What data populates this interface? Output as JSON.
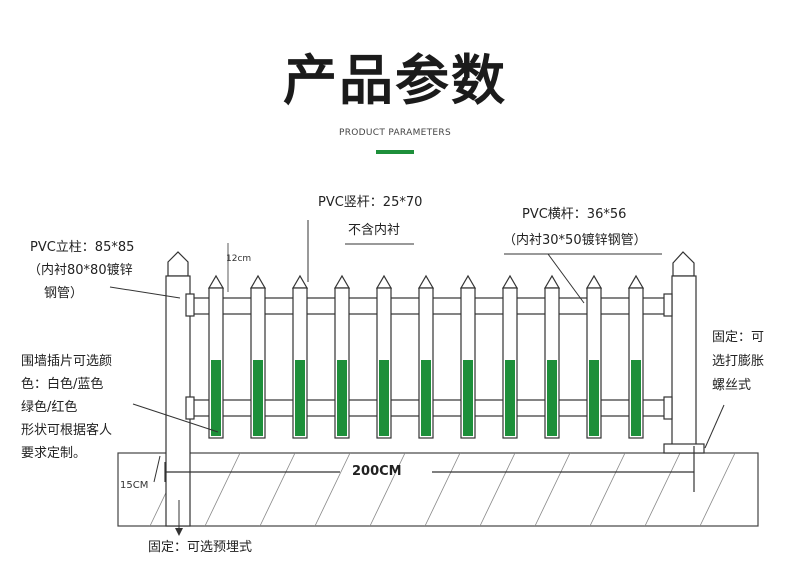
{
  "header": {
    "title": "产品参数",
    "subtitle": "PRODUCT PARAMETERS",
    "accent_color": "#1d8f3a"
  },
  "labels": {
    "post_spec_1": "PVC立柱：85*85",
    "post_spec_2": "（内衬80*80镀锌",
    "post_spec_3": "钢管）",
    "picket_spec_1": "PVC竖杆：25*70",
    "picket_spec_2": "不含内衬",
    "rail_spec_1": "PVC横杆：36*56",
    "rail_spec_2": "（内衬30*50镀锌钢管）",
    "insert_1": "围墙插片可选颜",
    "insert_2": "色：白色/蓝色",
    "insert_3": "绿色/红色",
    "insert_4": "形状可根据客人",
    "insert_5": "要求定制。",
    "fix_right_1": "固定：可",
    "fix_right_2": "选打膨胀",
    "fix_right_3": "螺丝式",
    "fix_bottom": "固定：可选预埋式",
    "dim_top": "12cm",
    "dim_span": "200CM",
    "dim_depth": "15CM"
  },
  "colors": {
    "stripe": "#1d8f3a",
    "line": "#333333"
  }
}
